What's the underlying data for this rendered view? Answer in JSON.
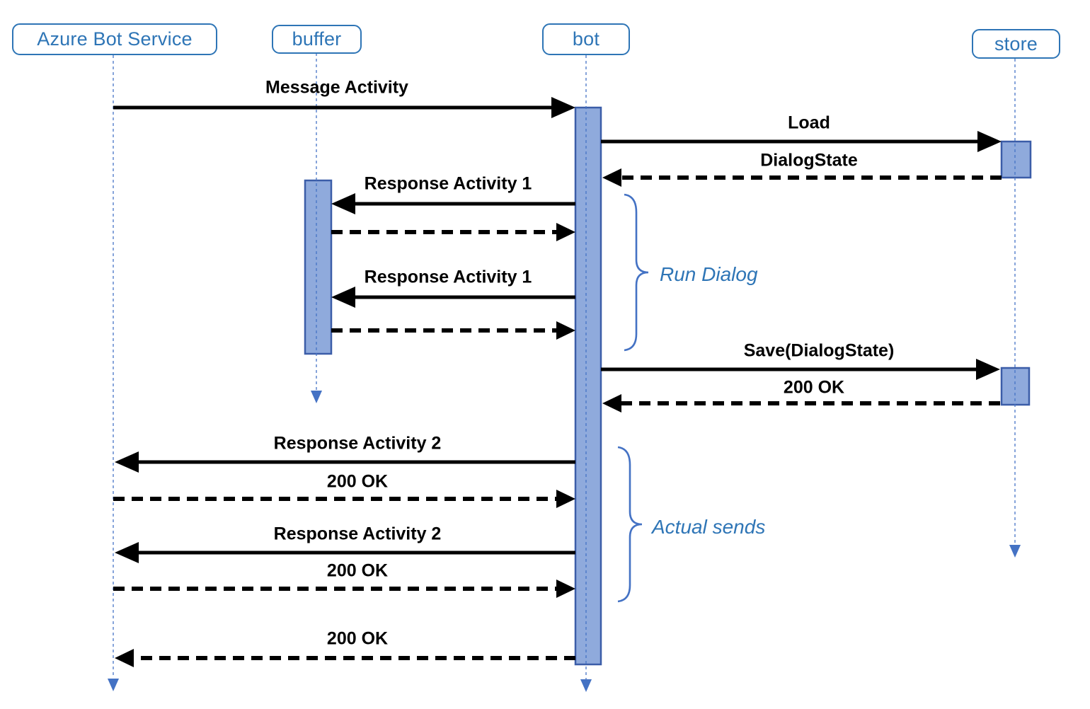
{
  "colors": {
    "accent_blue": "#2E75B6",
    "line_blue": "#4472C4",
    "bar_fill": "#8FAADC",
    "bar_border": "#3B5DA8",
    "message_black": "#000000"
  },
  "participants": [
    {
      "id": "azure-bot-service",
      "label": "Azure Bot Service"
    },
    {
      "id": "buffer",
      "label": "buffer"
    },
    {
      "id": "bot",
      "label": "bot"
    },
    {
      "id": "store",
      "label": "store"
    }
  ],
  "messages": [
    {
      "label": "Message Activity",
      "from": "azure-bot-service",
      "to": "bot",
      "style": "solid"
    },
    {
      "label": "Load",
      "from": "bot",
      "to": "store",
      "style": "solid"
    },
    {
      "label": "DialogState",
      "from": "store",
      "to": "bot",
      "style": "dashed"
    },
    {
      "label": "Response Activity 1",
      "from": "bot",
      "to": "buffer",
      "style": "solid"
    },
    {
      "label": "",
      "from": "buffer",
      "to": "bot",
      "style": "dashed"
    },
    {
      "label": "Response Activity 1",
      "from": "bot",
      "to": "buffer",
      "style": "solid"
    },
    {
      "label": "",
      "from": "buffer",
      "to": "bot",
      "style": "dashed"
    },
    {
      "label": "Save(DialogState)",
      "from": "bot",
      "to": "store",
      "style": "solid"
    },
    {
      "label": "200 OK",
      "from": "store",
      "to": "bot",
      "style": "dashed"
    },
    {
      "label": "Response Activity 2",
      "from": "bot",
      "to": "azure-bot-service",
      "style": "solid"
    },
    {
      "label": "200 OK",
      "from": "azure-bot-service",
      "to": "bot",
      "style": "dashed"
    },
    {
      "label": "Response Activity 2",
      "from": "bot",
      "to": "azure-bot-service",
      "style": "solid"
    },
    {
      "label": "200 OK",
      "from": "azure-bot-service",
      "to": "bot",
      "style": "dashed"
    },
    {
      "label": "200 OK",
      "from": "bot",
      "to": "azure-bot-service",
      "style": "dashed"
    }
  ],
  "annotations": [
    {
      "label": "Run Dialog"
    },
    {
      "label": "Actual sends"
    }
  ]
}
